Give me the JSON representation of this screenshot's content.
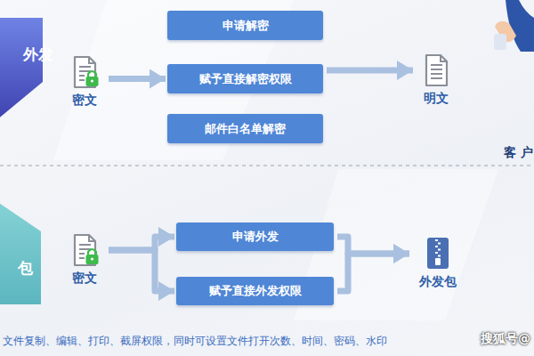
{
  "diagram": {
    "caption": "文件复制、编辑、打印、截屏权限，同时可设置文件打开次数、时间、密码、水印",
    "nodes": [
      {
        "text": [
          "外发"
        ]
      },
      {
        "text": [
          "密文"
        ]
      },
      {
        "text": [
          "申请解密"
        ]
      },
      {
        "text": [
          "赋予直接解密权限"
        ]
      },
      {
        "text": [
          "邮件白名单解密"
        ]
      },
      {
        "text": [
          "明文"
        ]
      },
      {
        "text": [
          "包"
        ]
      },
      {
        "text": [
          "密文"
        ]
      },
      {
        "text": [
          "申请外发"
        ]
      },
      {
        "text": [
          "赋予直接外发权限"
        ]
      },
      {
        "text": [
          "外发包"
        ]
      }
    ],
    "edges": [
      {
        "from": 1,
        "to": 3,
        "arrow": "to"
      },
      {
        "from": 3,
        "to": 5,
        "arrow": "to"
      },
      {
        "from": 7,
        "to": 8,
        "arrow": "to"
      },
      {
        "from": 7,
        "to": 9,
        "arrow": "to"
      },
      {
        "from": 8,
        "to": 10,
        "arrow": "to"
      },
      {
        "from": 9,
        "to": 10,
        "arrow": "to"
      }
    ],
    "labels": [
      "客 户",
      "搜狐号@"
    ]
  }
}
